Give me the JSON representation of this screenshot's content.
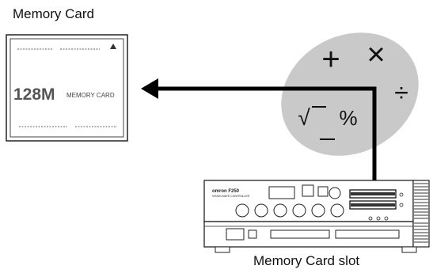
{
  "labels": {
    "memory_card_title": "Memory Card",
    "memory_card_slot": "Memory Card slot"
  },
  "card": {
    "capacity": "128M",
    "text": "MEMORY CARD"
  },
  "controller": {
    "brand": "omron F250",
    "model_line": "VISION MATE CONTROLLER"
  },
  "symbols": {
    "plus": "+",
    "times": "×",
    "divide": "÷",
    "sqrt": "√",
    "percent": "%"
  },
  "colors": {
    "ellipse_fill": "#c9c9c9",
    "line": "#000000",
    "background": "#ffffff"
  }
}
